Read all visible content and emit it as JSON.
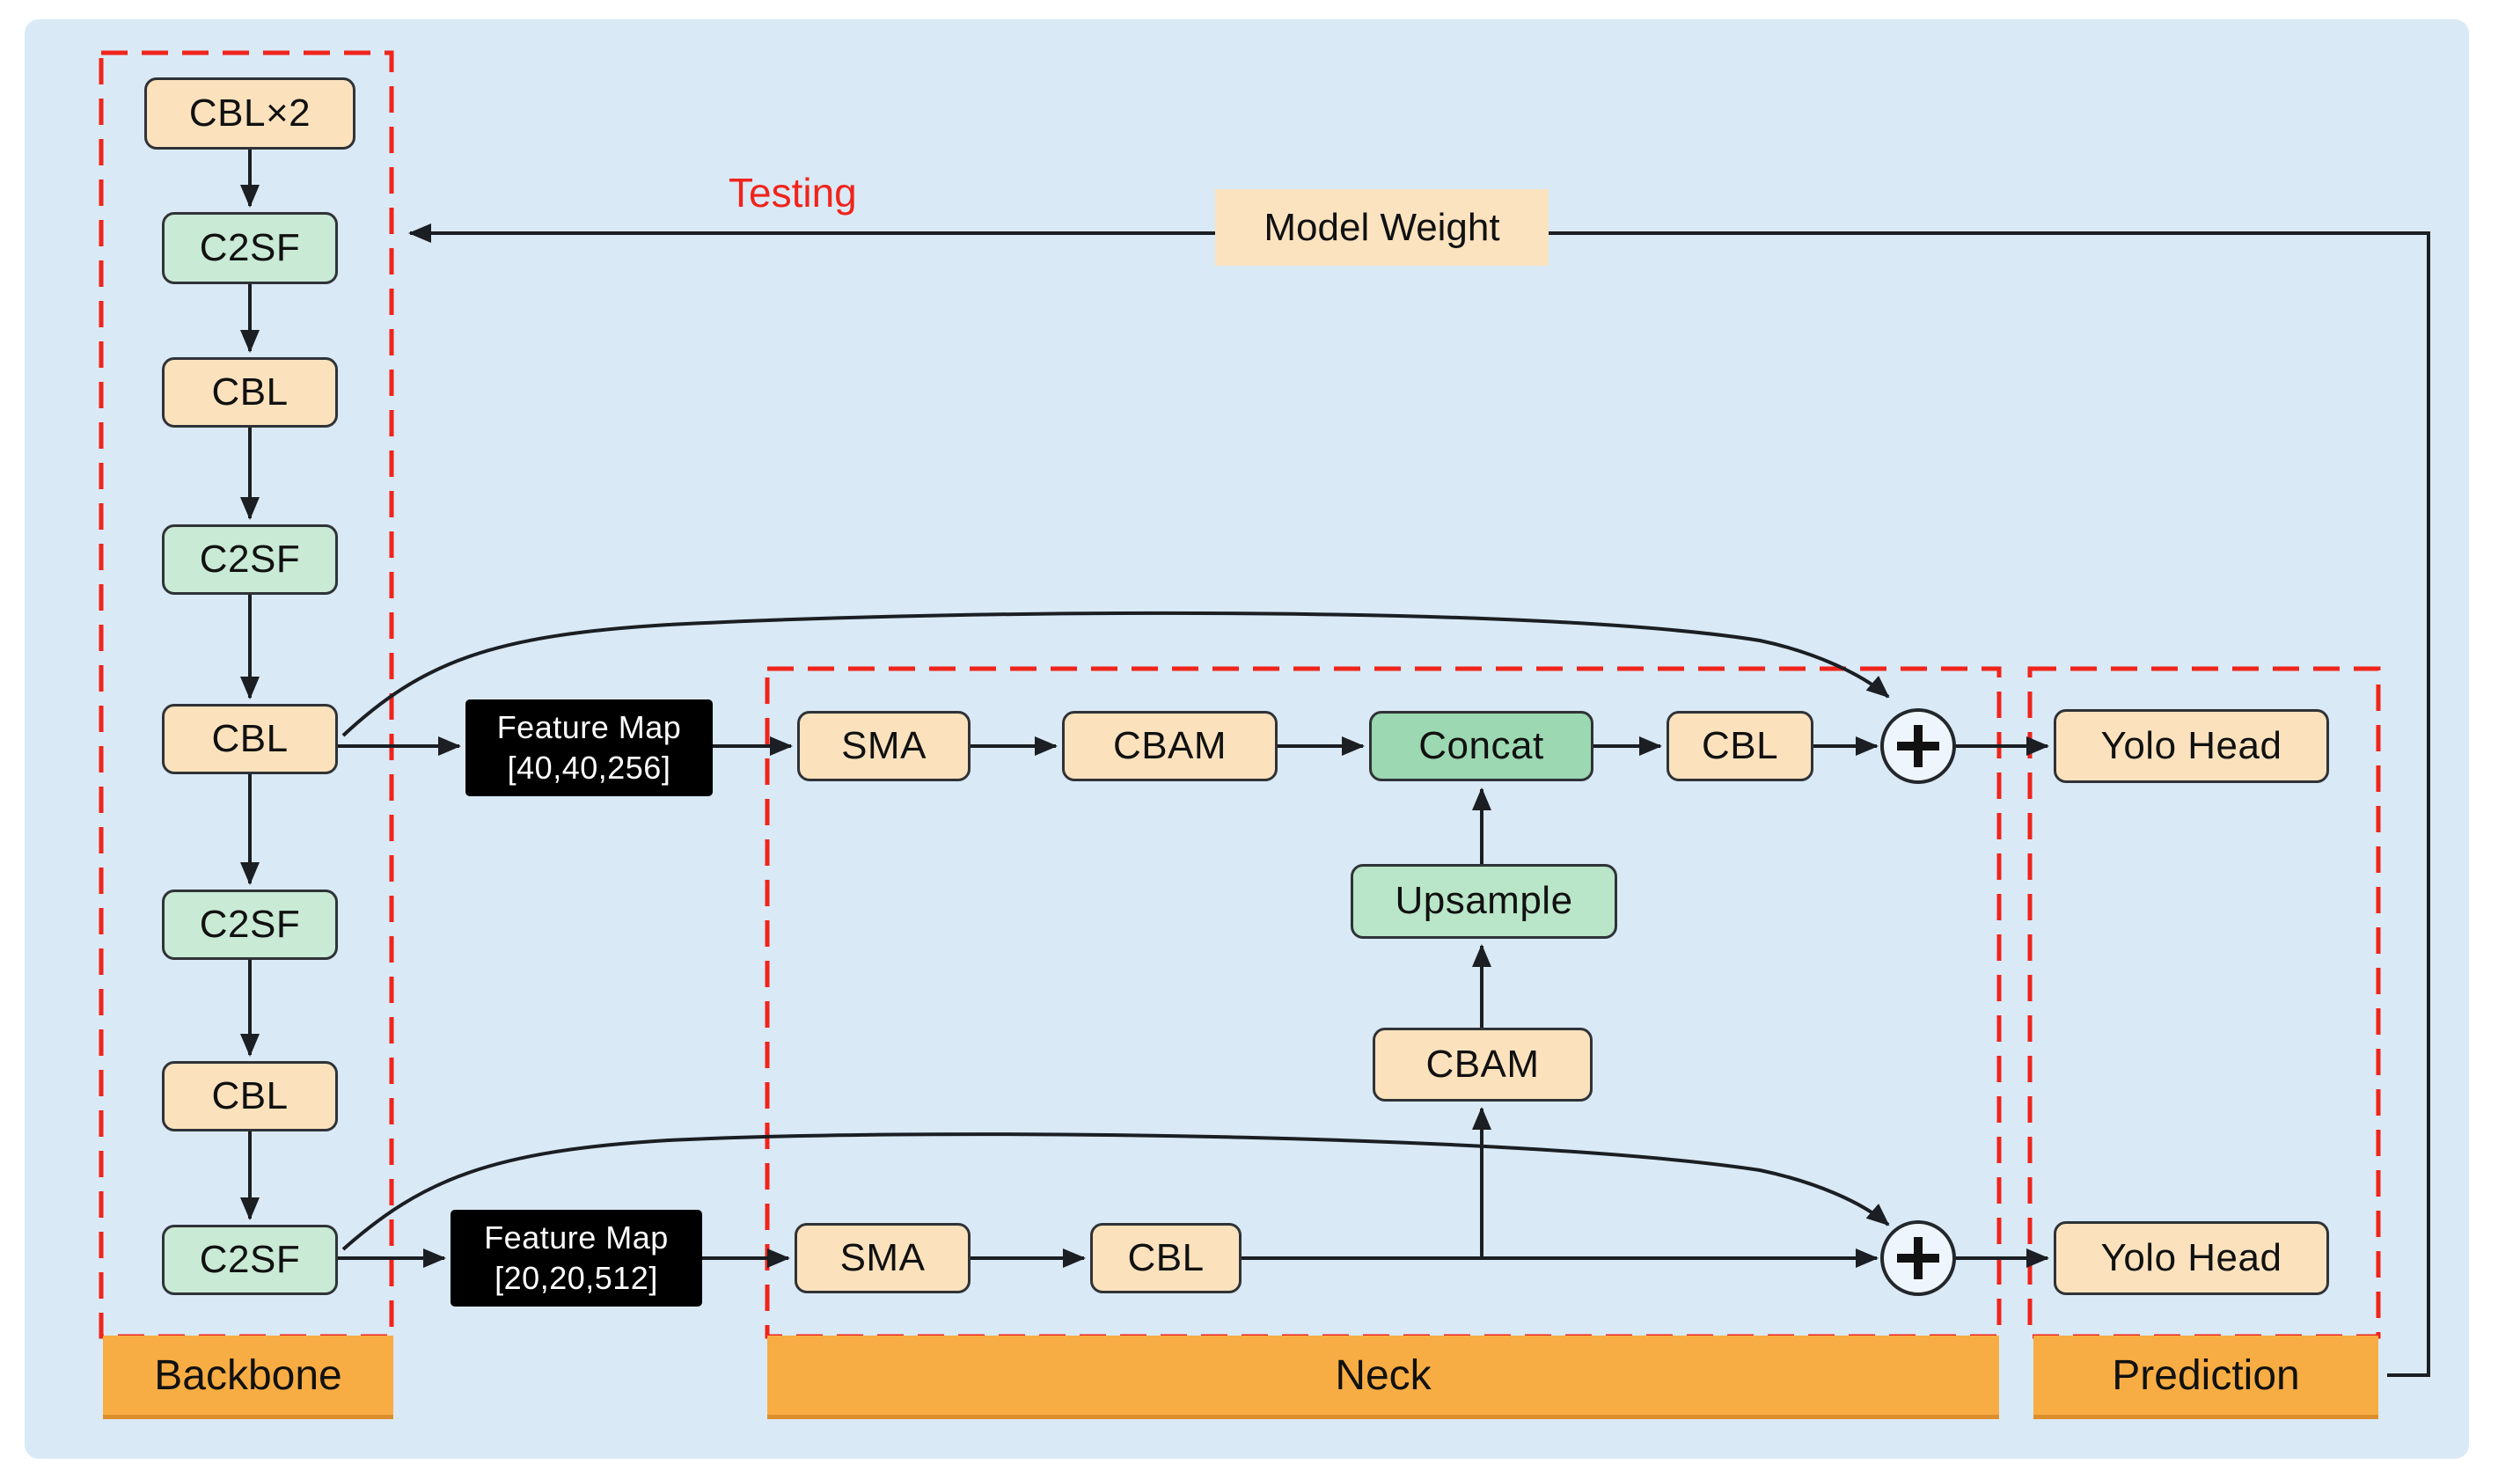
{
  "figure": {
    "description": "YOLO-style object detection network architecture diagram",
    "background_color": "#ffffff",
    "panel_color": "#d9e9f6"
  },
  "colors": {
    "orange_node": "#fbe2bd",
    "green_node": "#c9ead5",
    "upsample_node": "#b9e5c8",
    "concat_node": "#9cd8b1",
    "black_node": "#000000",
    "section_bar": "#f7ad43",
    "dashed_border": "#f0241b",
    "wire": "#1b1e22"
  },
  "annotations": {
    "testing": "Testing",
    "model_weight": "Model Weight"
  },
  "sections": {
    "backbone": {
      "label": "Backbone"
    },
    "neck": {
      "label": "Neck"
    },
    "prediction": {
      "label": "Prediction"
    }
  },
  "nodes": [
    {
      "id": "cbl-x2",
      "label": "CBL×2",
      "kind": "orange"
    },
    {
      "id": "c2sf-1",
      "label": "C2SF",
      "kind": "green"
    },
    {
      "id": "cbl-1",
      "label": "CBL",
      "kind": "orange"
    },
    {
      "id": "c2sf-2",
      "label": "C2SF",
      "kind": "green"
    },
    {
      "id": "cbl-2",
      "label": "CBL",
      "kind": "orange"
    },
    {
      "id": "c2sf-3",
      "label": "C2SF",
      "kind": "green"
    },
    {
      "id": "cbl-3",
      "label": "CBL",
      "kind": "orange"
    },
    {
      "id": "c2sf-4",
      "label": "C2SF",
      "kind": "green"
    },
    {
      "id": "feature-map-1",
      "label": "Feature Map\n[40,40,256]",
      "kind": "black"
    },
    {
      "id": "sma-1",
      "label": "SMA",
      "kind": "orange"
    },
    {
      "id": "cbam-1",
      "label": "CBAM",
      "kind": "orange"
    },
    {
      "id": "concat",
      "label": "Concat",
      "kind": "concat"
    },
    {
      "id": "cbl-4",
      "label": "CBL",
      "kind": "orange"
    },
    {
      "id": "upsample",
      "label": "Upsample",
      "kind": "upsample"
    },
    {
      "id": "cbam-2",
      "label": "CBAM",
      "kind": "orange"
    },
    {
      "id": "feature-map-2",
      "label": "Feature Map\n[20,20,512]",
      "kind": "black"
    },
    {
      "id": "sma-2",
      "label": "SMA",
      "kind": "orange"
    },
    {
      "id": "cbl-5",
      "label": "CBL",
      "kind": "orange"
    },
    {
      "id": "yolo-head-1",
      "label": "Yolo Head",
      "kind": "orange"
    },
    {
      "id": "yolo-head-2",
      "label": "Yolo Head",
      "kind": "orange"
    }
  ],
  "operators": [
    {
      "id": "plus-1",
      "symbol": "+"
    },
    {
      "id": "plus-2",
      "symbol": "+"
    }
  ]
}
